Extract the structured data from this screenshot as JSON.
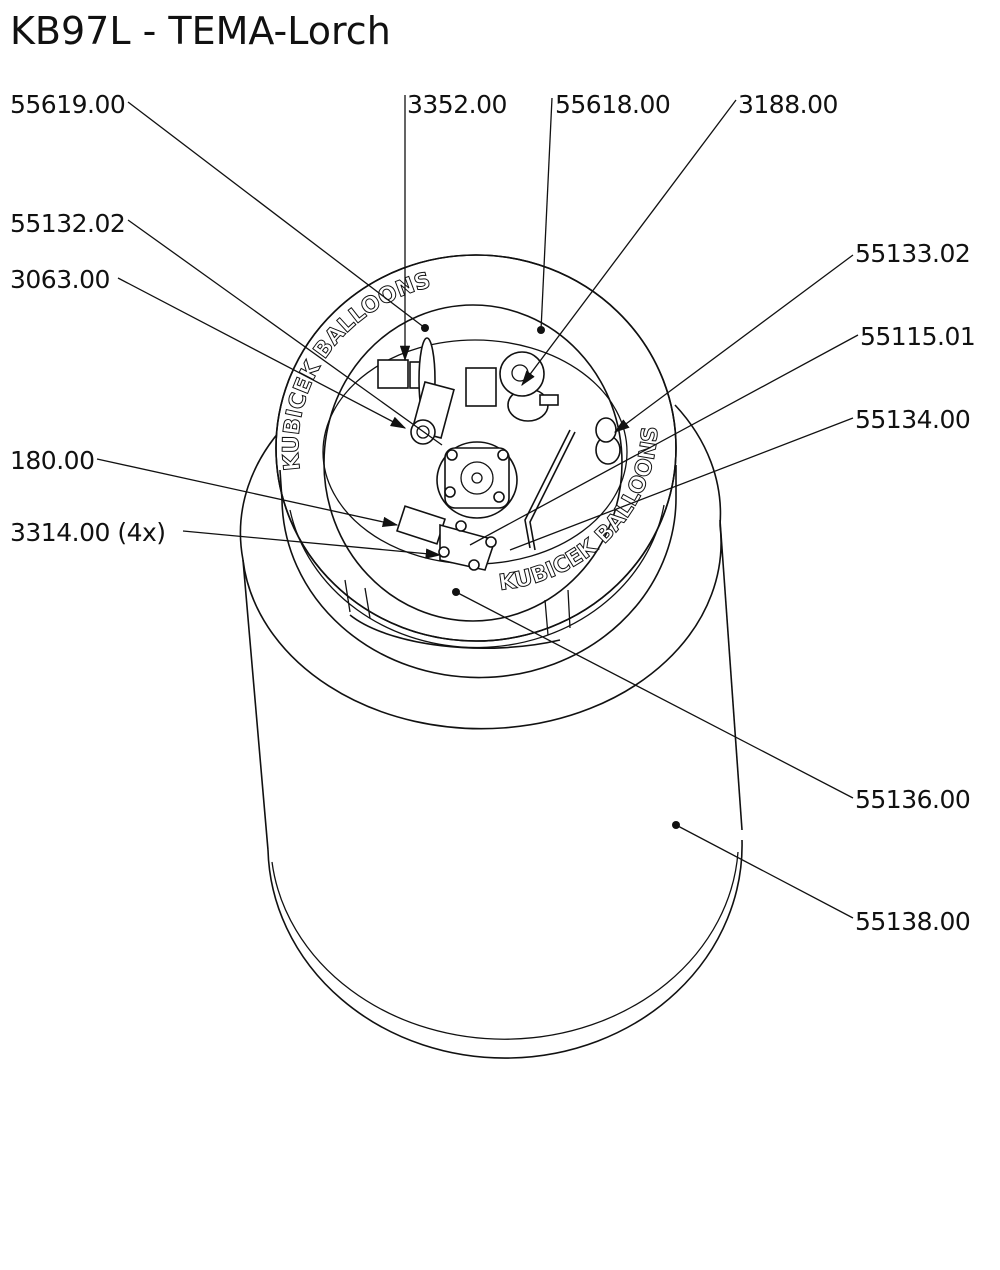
{
  "title": "KB97L - TEMA-Lorch",
  "logo_text": "KUBICEK BALLOONS",
  "labels": {
    "p55619": "55619.00",
    "p3352": "3352.00",
    "p55618": "55618.00",
    "p3188": "3188.00",
    "p55132": "55132.02",
    "p3063": "3063.00",
    "p55133": "55133.02",
    "p55115": "55115.01",
    "p55134": "55134.00",
    "p180": "180.00",
    "p3314": "3314.00 (4x)",
    "p55136": "55136.00",
    "p55138": "55138.00"
  }
}
